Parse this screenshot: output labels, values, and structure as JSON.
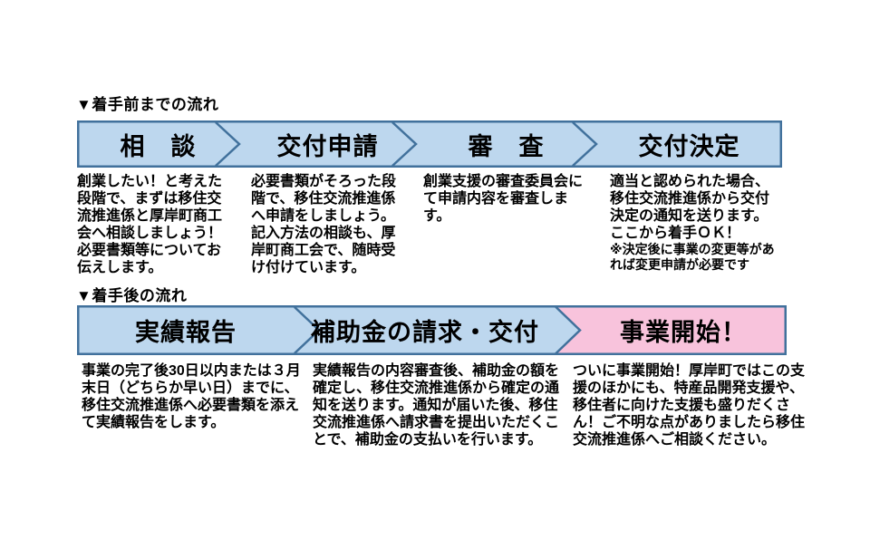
{
  "colors": {
    "page_bg": "#FFFFFF",
    "band_fill": "#BDD7EE",
    "band_border": "#41719C",
    "pink_fill": "#F8C3DC",
    "text": "#000000"
  },
  "section1": {
    "heading": "▼着手前までの流れ",
    "steps": [
      {
        "label": "相　談",
        "desc": "創業したい！と考えた段階で、まずは移住交流推進係と厚岸町商工会へ相談しましょう！必要書類等についてお伝えします。"
      },
      {
        "label": "交付申請",
        "desc": "必要書類がそろった段階で、移住交流推進係へ申請をしましょう。記入方法の相談も、厚岸町商工会で、随時受け付けています。"
      },
      {
        "label": "審　査",
        "desc": "創業支援の審査委員会にて申請内容を審査します。"
      },
      {
        "label": "交付決定",
        "desc": "適当と認められた場合、移住交流推進係から交付決定の通知を送ります。ここから着手ＯＫ！",
        "note": "※決定後に事業の変更等があれば変更申請が必要です"
      }
    ]
  },
  "section2": {
    "heading": "▼着手後の流れ",
    "steps": [
      {
        "label": "実績報告",
        "desc": "事業の完了後30日以内または３月末日（どちらか早い日）までに、移住交流推進係へ必要書類を添えて実績報告をします。"
      },
      {
        "label": "補助金の請求・交付",
        "desc": "実績報告の内容審査後、補助金の額を確定し、移住交流推進係から確定の通知を送ります。通知が届いた後、移住交流推進係へ請求書を提出いただくことで、補助金の支払いを行います。"
      },
      {
        "label": "事業開始！",
        "desc": "ついに事業開始！厚岸町ではこの支援のほかにも、特産品開発支援や、移住者に向けた支援も盛りだくさん！ご不明な点がありましたら移住交流推進係へご相談ください。"
      }
    ]
  }
}
